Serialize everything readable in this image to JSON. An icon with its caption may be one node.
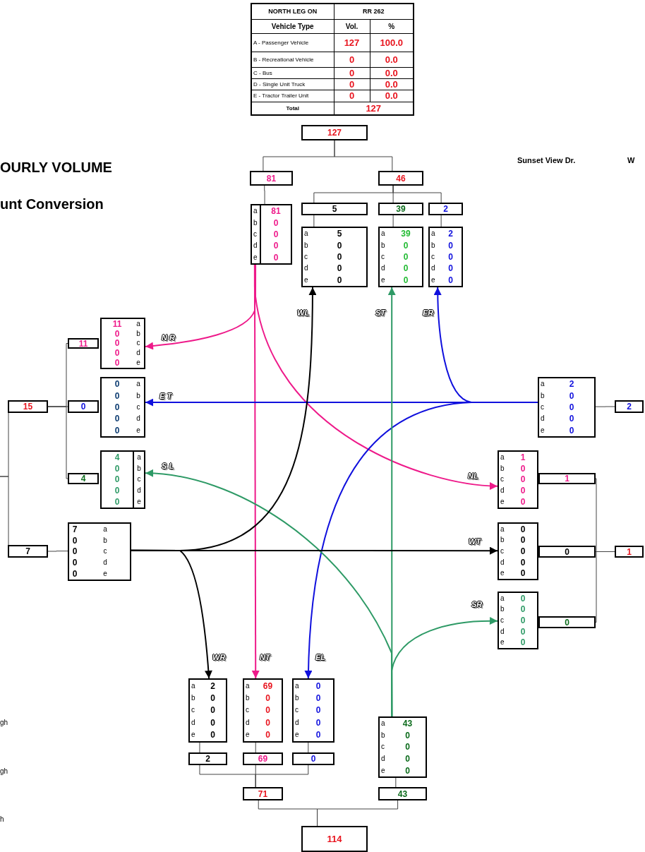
{
  "diagram": {
    "nodes": [
      {
        "text": [
          "127"
        ]
      },
      {
        "text": [
          "81"
        ]
      },
      {
        "text": [
          "46"
        ]
      },
      {
        "text": [
          "a",
          "81",
          "b",
          "0",
          "c",
          "0",
          "d",
          "0",
          "e",
          "0"
        ]
      },
      {
        "text": [
          "5"
        ]
      },
      {
        "text": [
          "39"
        ]
      },
      {
        "text": [
          "2"
        ]
      },
      {
        "text": [
          "a",
          "5",
          "b",
          "0",
          "c",
          "0",
          "d",
          "0",
          "e",
          "0"
        ]
      },
      {
        "text": [
          "a",
          "39",
          "b",
          "0",
          "c",
          "0",
          "d",
          "0",
          "e",
          "0"
        ]
      },
      {
        "text": [
          "a",
          "2",
          "b",
          "0",
          "c",
          "0",
          "d",
          "0",
          "e",
          "0"
        ]
      },
      {
        "text": [
          "11",
          "a",
          "0",
          "b",
          "0",
          "c",
          "0",
          "d",
          "0",
          "e"
        ]
      },
      {
        "text": [
          "11"
        ]
      },
      {
        "text": [
          "0",
          "a",
          "0",
          "b",
          "0",
          "c",
          "0",
          "d",
          "0",
          "e"
        ]
      },
      {
        "text": [
          "0"
        ]
      },
      {
        "text": [
          "4",
          "a",
          "0",
          "b",
          "0",
          "c",
          "0",
          "d",
          "0",
          "e"
        ]
      },
      {
        "text": [
          "4"
        ]
      },
      {
        "text": [
          "15"
        ]
      },
      {
        "text": [
          "7"
        ]
      },
      {
        "text": [
          "7",
          "a",
          "0",
          "b",
          "0",
          "c",
          "0",
          "d",
          "0",
          "e"
        ]
      },
      {
        "text": [
          "a",
          "2",
          "b",
          "0",
          "c",
          "0",
          "d",
          "0",
          "e",
          "0"
        ]
      },
      {
        "text": [
          "2"
        ]
      },
      {
        "text": [
          "a",
          "1",
          "b",
          "0",
          "c",
          "0",
          "d",
          "0",
          "e",
          "0"
        ]
      },
      {
        "text": [
          "1"
        ]
      },
      {
        "text": [
          "a",
          "0",
          "b",
          "0",
          "c",
          "0",
          "d",
          "0",
          "e",
          "0"
        ]
      },
      {
        "text": [
          "0"
        ]
      },
      {
        "text": [
          "1"
        ]
      },
      {
        "text": [
          "a",
          "0",
          "b",
          "0",
          "c",
          "0",
          "d",
          "0",
          "e",
          "0"
        ]
      },
      {
        "text": [
          "0"
        ]
      },
      {
        "text": [
          "a",
          "2",
          "b",
          "0",
          "c",
          "0",
          "d",
          "0",
          "e",
          "0"
        ]
      },
      {
        "text": [
          "a",
          "69",
          "b",
          "0",
          "c",
          "0",
          "d",
          "0",
          "e",
          "0"
        ]
      },
      {
        "text": [
          "a",
          "0",
          "b",
          "0",
          "c",
          "0",
          "d",
          "0",
          "e",
          "0"
        ]
      },
      {
        "text": [
          "a",
          "43",
          "b",
          "0",
          "c",
          "0",
          "d",
          "0",
          "e",
          "0"
        ]
      },
      {
        "text": [
          "2"
        ]
      },
      {
        "text": [
          "69"
        ]
      },
      {
        "text": [
          "0"
        ]
      },
      {
        "text": [
          "71"
        ]
      },
      {
        "text": [
          "43"
        ]
      },
      {
        "text": [
          "114"
        ]
      }
    ],
    "edges": [
      {
        "from": 0,
        "to": 1,
        "arrow": "none"
      },
      {
        "from": 0,
        "to": 2,
        "arrow": "none"
      },
      {
        "from": 1,
        "to": 3,
        "arrow": "none"
      },
      {
        "from": 2,
        "to": 4,
        "arrow": "none"
      },
      {
        "from": 2,
        "to": 5,
        "arrow": "none"
      },
      {
        "from": 2,
        "to": 6,
        "arrow": "none"
      },
      {
        "from": 4,
        "to": 7,
        "arrow": "none"
      },
      {
        "from": 5,
        "to": 8,
        "arrow": "none"
      },
      {
        "from": 6,
        "to": 9,
        "arrow": "none"
      },
      {
        "from": 16,
        "to": 11,
        "arrow": "none"
      },
      {
        "from": 16,
        "to": 13,
        "arrow": "none"
      },
      {
        "from": 16,
        "to": 15,
        "arrow": "none"
      },
      {
        "from": null,
        "to": 16,
        "arrow": "none"
      },
      {
        "from": null,
        "to": 17,
        "arrow": "none"
      },
      {
        "from": 17,
        "to": 18,
        "arrow": "none"
      },
      {
        "from": 19,
        "to": 20,
        "arrow": "none"
      },
      {
        "from": 22,
        "to": 25,
        "arrow": "none"
      },
      {
        "from": 24,
        "to": 25,
        "arrow": "none"
      },
      {
        "from": 27,
        "to": 25,
        "arrow": "none"
      },
      {
        "from": 28,
        "to": 32,
        "arrow": "none"
      },
      {
        "from": 29,
        "to": 33,
        "arrow": "none"
      },
      {
        "from": 30,
        "to": 34,
        "arrow": "none"
      },
      {
        "from": 32,
        "to": 35,
        "arrow": "none"
      },
      {
        "from": 33,
        "to": 35,
        "arrow": "none"
      },
      {
        "from": 34,
        "to": 35,
        "arrow": "none"
      },
      {
        "from": 31,
        "to": 36,
        "arrow": "none"
      },
      {
        "from": 35,
        "to": 37,
        "arrow": "none"
      },
      {
        "from": 36,
        "to": 37,
        "arrow": "none"
      },
      {
        "from": 3,
        "to": 10,
        "arrow": "to",
        "label": "N R",
        "color": "#ee1a8a"
      },
      {
        "from": 3,
        "to": 29,
        "arrow": "to",
        "label": "NT",
        "color": "#ee1a8a"
      },
      {
        "from": 3,
        "to": 21,
        "arrow": "to",
        "label": "NL",
        "color": "#ee1a8a"
      },
      {
        "from": 19,
        "to": 12,
        "arrow": "to",
        "label": "E T",
        "color": "#1010dd"
      },
      {
        "from": 19,
        "to": 9,
        "arrow": "to",
        "label": "ER",
        "color": "#1010dd"
      },
      {
        "from": 19,
        "to": 30,
        "arrow": "to",
        "label": "EL",
        "color": "#1010dd"
      },
      {
        "from": 31,
        "to": 14,
        "arrow": "to",
        "label": "S L",
        "color": "#2e9a66"
      },
      {
        "from": 31,
        "to": 8,
        "arrow": "to",
        "label": "ST",
        "color": "#2e9a66"
      },
      {
        "from": 31,
        "to": 26,
        "arrow": "to",
        "label": "SR",
        "color": "#2e9a66"
      },
      {
        "from": 18,
        "to": 7,
        "arrow": "to",
        "label": "WL"
      },
      {
        "from": 18,
        "to": 23,
        "arrow": "to",
        "label": "WT"
      },
      {
        "from": 18,
        "to": 28,
        "arrow": "to",
        "label": "WR"
      }
    ],
    "labels": [
      "NORTH LEG ON",
      "RR 262",
      "Vehicle Type",
      "Vol.",
      "%",
      "A - Passenger Vehicle",
      "127",
      "100.0",
      "B - Recreational Vehicle",
      "0",
      "0.0",
      "C - Bus",
      "0",
      "0.0",
      "D - Single Unit Truck",
      "0",
      "0.0",
      "E - Tractor Trailer Unit",
      "0",
      "0.0",
      "Total",
      "127",
      "OURLY VOLUME",
      "unt Conversion",
      "Sunset View Dr.",
      "W",
      "gh",
      "gh",
      "h"
    ]
  }
}
